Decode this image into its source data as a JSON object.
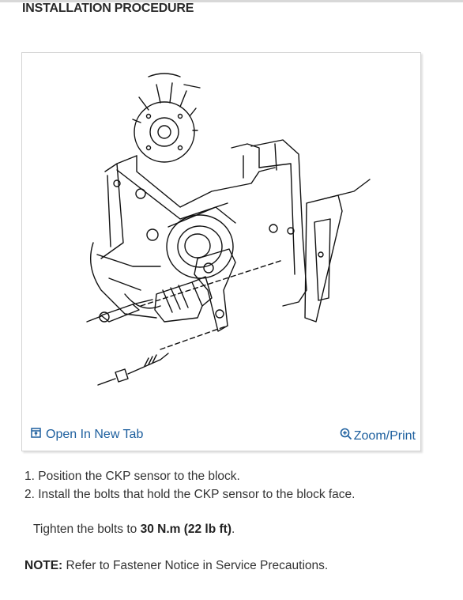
{
  "heading": "INSTALLATION PROCEDURE",
  "figure": {
    "image_description_icon": "engine-block-ckp-sensor-illustration",
    "open_tab_label": "Open In New Tab",
    "open_tab_icon": "open-in-new-tab-icon",
    "zoom_label": "Zoom/Print",
    "zoom_icon": "zoom-magnifier-icon"
  },
  "steps": [
    {
      "number": "1.",
      "text": "Position the CKP sensor to the block."
    },
    {
      "number": "2.",
      "text": "Install the bolts that hold the CKP sensor to the block face."
    }
  ],
  "tighten": {
    "prefix": "Tighten the bolts to ",
    "value": "30 N.m (22 lb ft)",
    "suffix": "."
  },
  "note": {
    "label": "NOTE:",
    "text": " Refer to Fastener Notice in Service Precautions."
  },
  "colors": {
    "link": "#1d5f9e",
    "text": "#333333",
    "border": "#d4d4d4"
  }
}
